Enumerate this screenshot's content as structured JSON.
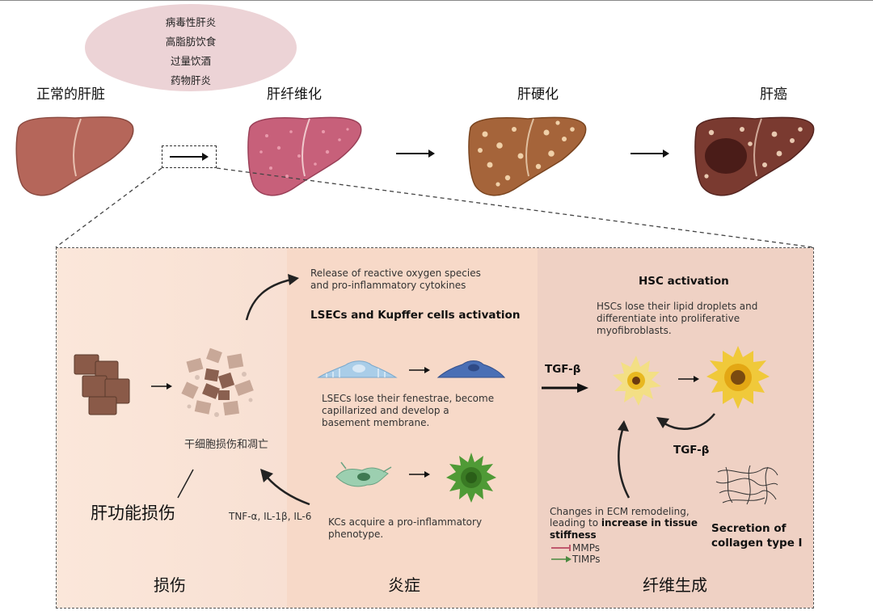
{
  "causes": [
    "病毒性肝炎",
    "高脂肪饮食",
    "过量饮酒",
    "药物肝炎"
  ],
  "stages": [
    "正常的肝脏",
    "肝纤维化",
    "肝硬化",
    "肝癌"
  ],
  "colors": {
    "normal_liver": "#b5665a",
    "fibrosis_liver": "#c7607a",
    "cirrhosis_liver": "#a5643a",
    "cancer_liver": "#7a3a30",
    "lsec_normal": "#a9cde8",
    "lsec_active": "#4a6fb5",
    "kc_normal": "#9ccfb0",
    "kc_active": "#4f9a36",
    "hsc_quiescent": "#f3e27a",
    "hsc_active": "#f0c93a"
  },
  "injury": {
    "cell_label": "干细胞损伤和凋亡",
    "function_label": "肝功能损伤",
    "cytokines": "TNF-α, IL-1β, IL-6"
  },
  "inflammation": {
    "ros_line1": "Release of reactive oxygen species",
    "ros_line2": "and pro-inflammatory cytokines",
    "heading": "LSECs and Kupffer cells activation",
    "lsec_line1": "LSECs lose their fenestrae, become",
    "lsec_line2": "capillarized and develop a",
    "lsec_line3": "basement membrane.",
    "kc_line1": "KCs acquire a pro-inflammatory",
    "kc_line2": "phenotype."
  },
  "fibrogenesis": {
    "heading": "HSC activation",
    "hsc_line1": "HSCs lose their lipid droplets and",
    "hsc_line2": "differentiate into proliferative",
    "hsc_line3": "myofibroblasts.",
    "tgf_left": "TGF-β",
    "tgf_loop": "TGF-β",
    "ecm_line1": "Changes in ECM remodeling,",
    "ecm_line2_plain": "leading to ",
    "ecm_line2_bold": "increase in tissue",
    "ecm_line3_bold": "stiffness",
    "mmps": "MMPs",
    "timps": "TIMPs",
    "collagen_line1": "Secretion of",
    "collagen_line2": "collagen type I"
  },
  "bottom_labels": [
    "损伤",
    "炎症",
    "纤维生成"
  ]
}
